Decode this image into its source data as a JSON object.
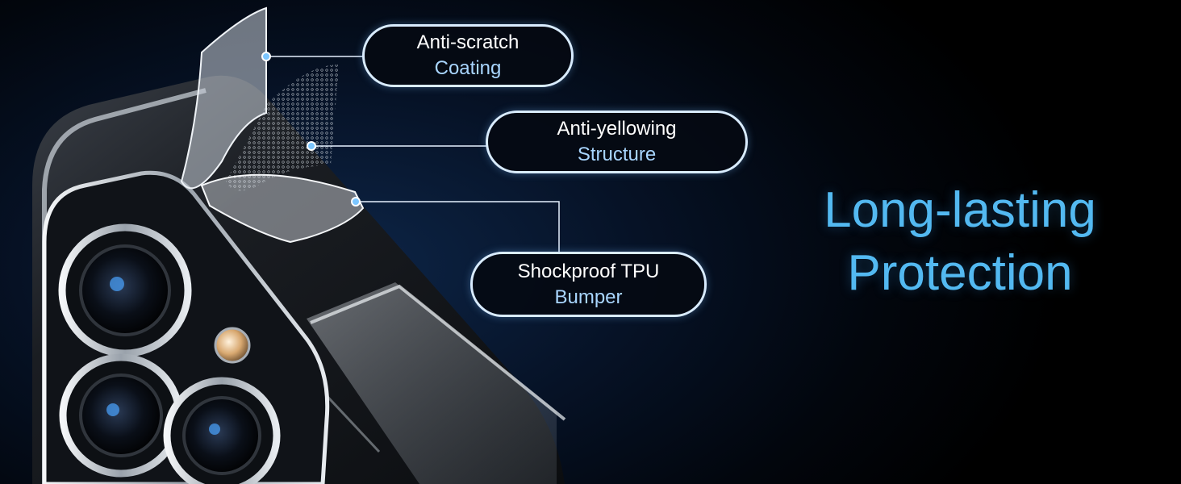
{
  "callouts": {
    "anti_scratch": {
      "line1": "Anti-scratch",
      "line2": "Coating"
    },
    "anti_yellowing": {
      "line1": "Anti-yellowing",
      "line2": "Structure"
    },
    "shockproof": {
      "line1": "Shockproof TPU",
      "line2": "Bumper"
    }
  },
  "headline": {
    "line1": "Long-lasting",
    "line2": "Protection"
  },
  "colors": {
    "background": "#02060d",
    "headline_accent": "#53b9f1",
    "callout_border": "#d9ecff",
    "callout_secondary_text": "#a9d6ff"
  }
}
